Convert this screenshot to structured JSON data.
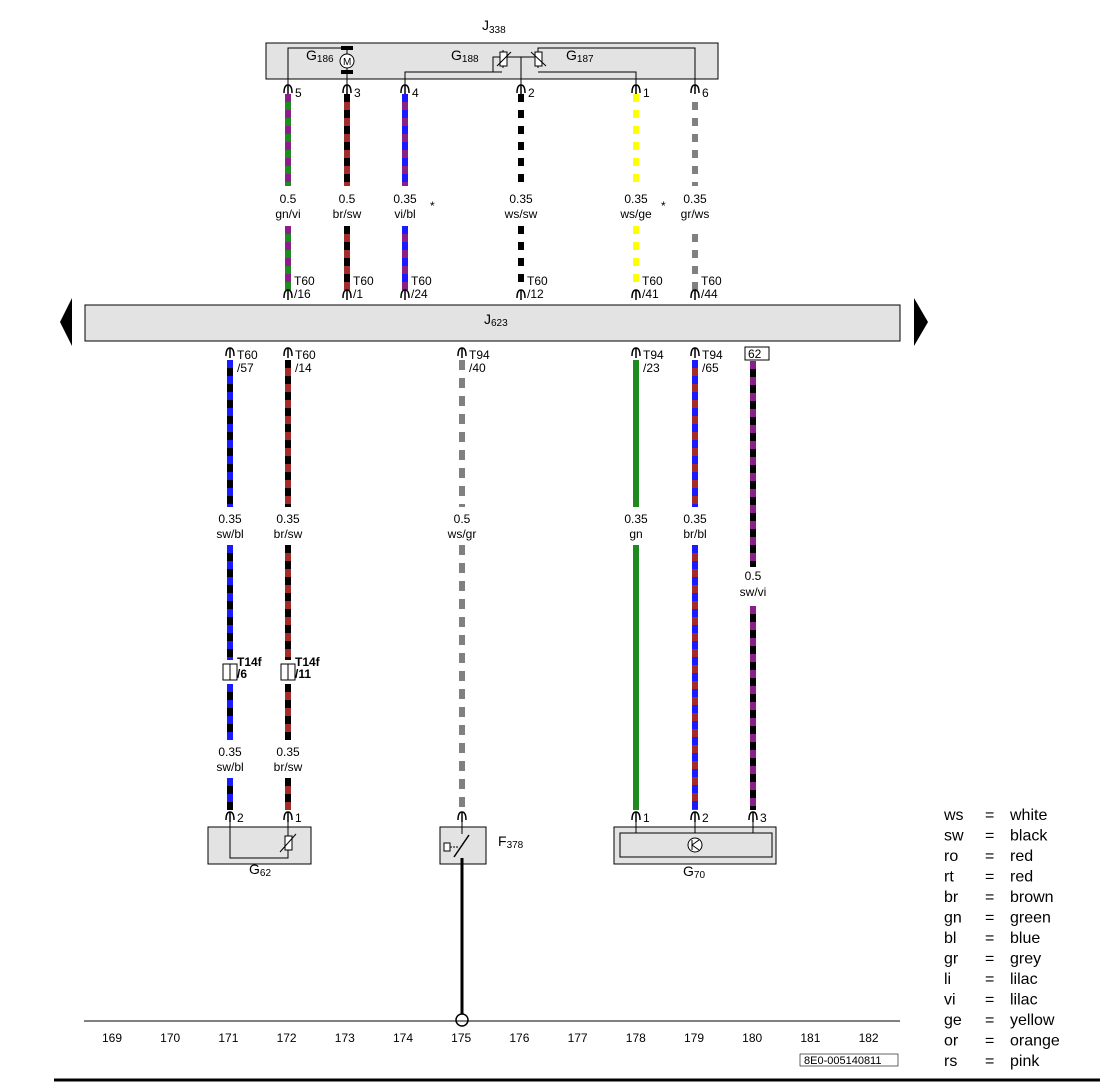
{
  "components": {
    "j338": {
      "main": "J",
      "sub": "338"
    },
    "g186": {
      "main": "G",
      "sub": "186"
    },
    "g188": {
      "main": "G",
      "sub": "188"
    },
    "g187": {
      "main": "G",
      "sub": "187"
    },
    "j623": {
      "main": "J",
      "sub": "623"
    },
    "g62": {
      "main": "G",
      "sub": "62"
    },
    "f378": {
      "main": "F",
      "sub": "378"
    },
    "g70": {
      "main": "G",
      "sub": "70"
    },
    "motor_symbol": "M"
  },
  "top_wires": [
    {
      "id": "w5",
      "pin": "5",
      "size": "0.5",
      "color": "gn/vi",
      "conn": "T60",
      "conn_pin": "/16",
      "star": ""
    },
    {
      "id": "w3",
      "pin": "3",
      "size": "0.5",
      "color": "br/sw",
      "conn": "T60",
      "conn_pin": "/1",
      "star": ""
    },
    {
      "id": "w4",
      "pin": "4",
      "size": "0.35",
      "color": "vi/bl",
      "conn": "T60",
      "conn_pin": "/24",
      "star": "*"
    },
    {
      "id": "w2",
      "pin": "2",
      "size": "0.35",
      "color": "ws/sw",
      "conn": "T60",
      "conn_pin": "/12",
      "star": ""
    },
    {
      "id": "w1",
      "pin": "1",
      "size": "0.35",
      "color": "ws/ge",
      "conn": "T60",
      "conn_pin": "/41",
      "star": "*"
    },
    {
      "id": "w6",
      "pin": "6",
      "size": "0.35",
      "color": "gr/ws",
      "conn": "T60",
      "conn_pin": "/44",
      "star": ""
    }
  ],
  "bottom_wires": [
    {
      "id": "b57",
      "conn": "T60",
      "conn_pin": "/57",
      "size": "0.35",
      "color": "sw/bl",
      "inline": "T14f",
      "inline_pin": "/6",
      "size2": "0.35",
      "color2": "sw/bl",
      "end_pin": "2"
    },
    {
      "id": "b14",
      "conn": "T60",
      "conn_pin": "/14",
      "size": "0.35",
      "color": "br/sw",
      "inline": "T14f",
      "inline_pin": "/11",
      "size2": "0.35",
      "color2": "br/sw",
      "end_pin": "1"
    },
    {
      "id": "b40",
      "conn": "T94",
      "conn_pin": "/40",
      "size": "0.5",
      "color": "ws/gr"
    },
    {
      "id": "b23",
      "conn": "T94",
      "conn_pin": "/23",
      "size": "0.35",
      "color": "gn",
      "end_pin": "1"
    },
    {
      "id": "b65",
      "conn": "T94",
      "conn_pin": "/65",
      "size": "0.35",
      "color": "br/bl",
      "end_pin": "2"
    },
    {
      "id": "b62",
      "conn": "62",
      "size": "0.5",
      "color": "sw/vi",
      "end_pin": "3"
    }
  ],
  "scale": [
    "169",
    "170",
    "171",
    "172",
    "173",
    "174",
    "175",
    "176",
    "177",
    "178",
    "179",
    "180",
    "181",
    "182"
  ],
  "doc_code": "8E0-005140811",
  "legend": [
    {
      "code": "ws",
      "eq": "=",
      "name": "white"
    },
    {
      "code": "sw",
      "eq": "=",
      "name": "black"
    },
    {
      "code": "ro",
      "eq": "=",
      "name": "red"
    },
    {
      "code": "rt",
      "eq": "=",
      "name": "red"
    },
    {
      "code": "br",
      "eq": "=",
      "name": "brown"
    },
    {
      "code": "gn",
      "eq": "=",
      "name": "green"
    },
    {
      "code": "bl",
      "eq": "=",
      "name": "blue"
    },
    {
      "code": "gr",
      "eq": "=",
      "name": "grey"
    },
    {
      "code": "li",
      "eq": "=",
      "name": "lilac"
    },
    {
      "code": "vi",
      "eq": "=",
      "name": "lilac"
    },
    {
      "code": "ge",
      "eq": "=",
      "name": "yellow"
    },
    {
      "code": "or",
      "eq": "=",
      "name": "orange"
    },
    {
      "code": "rs",
      "eq": "=",
      "name": "pink"
    }
  ],
  "colors": {
    "component_fill": "#e3e3e3",
    "green": "#1f8a1f",
    "violet": "#8a1f8a",
    "brown": "#a52a2a",
    "black": "#000000",
    "blue": "#1a1aff",
    "yellow": "#ffff00",
    "grey": "#808080",
    "white": "#ffffff"
  }
}
